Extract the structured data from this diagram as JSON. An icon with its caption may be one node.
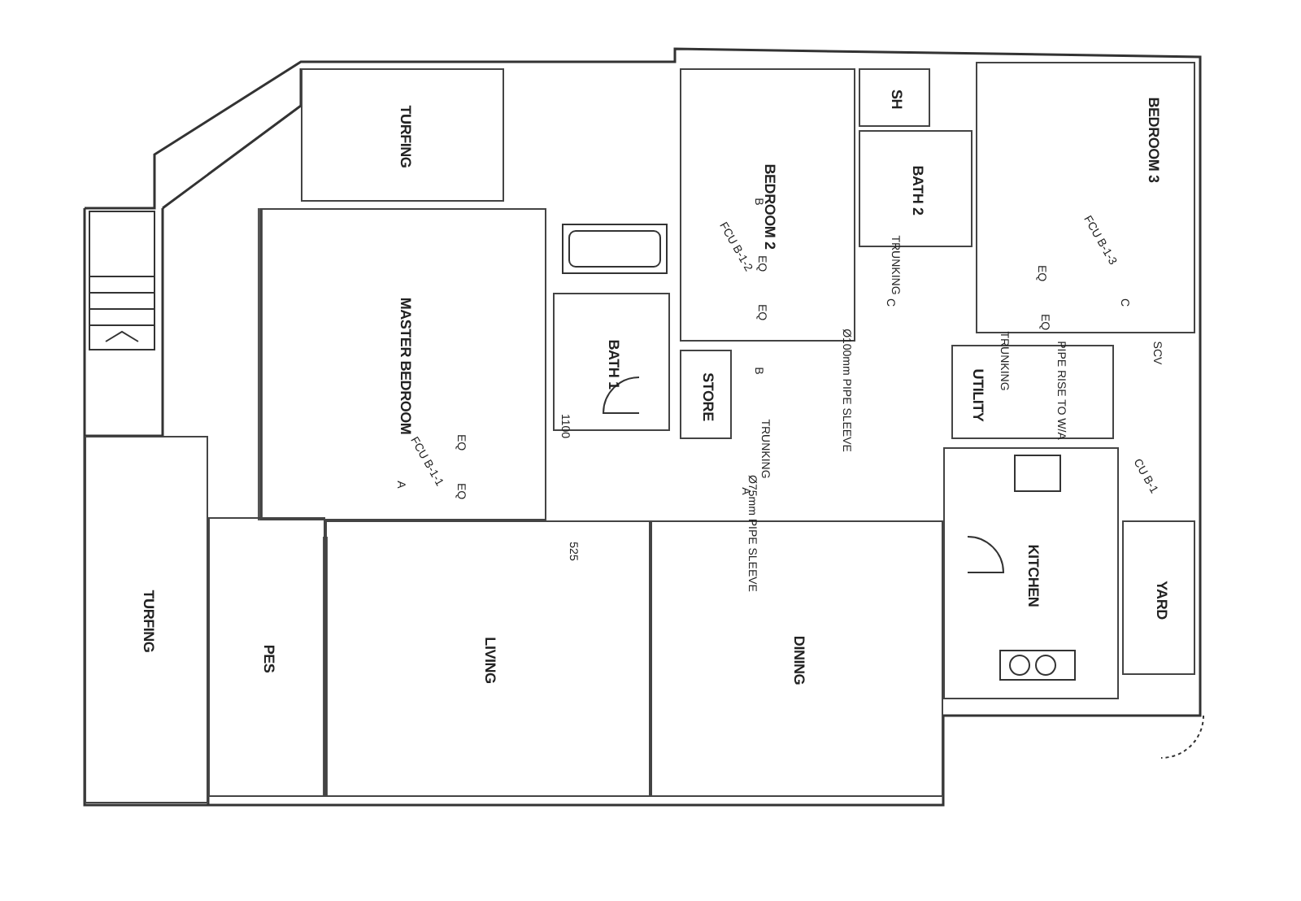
{
  "diagram": {
    "nodes": [
      {
        "text": [
          "TURFING"
        ]
      },
      {
        "text": [
          "MASTER BEDROOM"
        ]
      },
      {
        "text": [
          "BATH 1"
        ]
      },
      {
        "text": [
          "STORE"
        ]
      },
      {
        "text": [
          "BEDROOM 2"
        ]
      },
      {
        "text": [
          "SH"
        ]
      },
      {
        "text": [
          "BATH 2"
        ]
      },
      {
        "text": [
          "BEDROOM 3"
        ]
      },
      {
        "text": [
          "UTILITY"
        ]
      },
      {
        "text": [
          "KITCHEN"
        ]
      },
      {
        "text": [
          "YARD"
        ]
      },
      {
        "text": [
          "TURFING"
        ]
      },
      {
        "text": [
          "PES"
        ]
      },
      {
        "text": [
          "LIVING"
        ]
      },
      {
        "text": [
          "DINING"
        ]
      }
    ],
    "edges": [],
    "labels": [
      "B",
      "FCU B-1-2",
      "EQ",
      "EQ",
      "TRUNKING",
      "C",
      "FCU B-1-3",
      "EQ",
      "EQ",
      "C",
      "B",
      "TRUNKING",
      "SCV",
      "Ø100mm PIPE SLEEVE",
      "PIPE RISE TO W/A",
      "FCU B-1-1",
      "EQ",
      "EQ",
      "1100",
      "A",
      "TRUNKING",
      "A",
      "CU B-1",
      "525",
      "Ø75mm PIPE SLEEVE"
    ]
  }
}
